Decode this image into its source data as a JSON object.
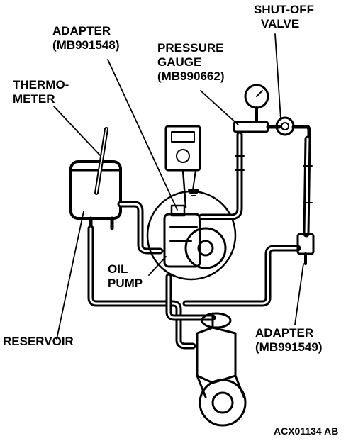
{
  "labels": {
    "adapter_top": {
      "line1": "ADAPTER",
      "line2": "(MB991548)"
    },
    "pressure_gauge": {
      "line1": "PRESSURE",
      "line2": "GAUGE",
      "line3": "(MB990662)"
    },
    "shutoff_valve": {
      "line1": "SHUT-OFF",
      "line2": "VALVE"
    },
    "thermometer": {
      "line1": "THERMO-",
      "line2": "METER"
    },
    "oil_pump": {
      "line1": "OIL",
      "line2": "PUMP"
    },
    "reservoir": "RESERVOIR",
    "adapter_bottom": {
      "line1": "ADAPTER",
      "line2": "(MB991549)"
    }
  },
  "figure_code": "ACX01134 AB"
}
